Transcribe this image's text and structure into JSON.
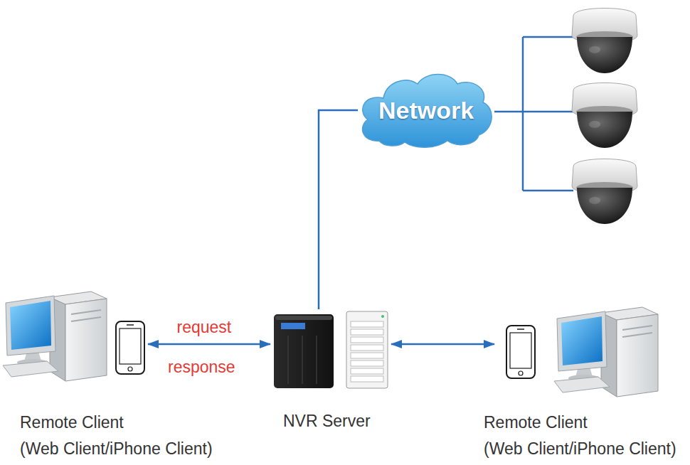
{
  "diagram": {
    "nodes": [
      {
        "text": [
          "Network"
        ]
      },
      {
        "text": [
          "Remote Client (Web Client/iPhone Client)"
        ]
      },
      {
        "text": [
          "NVR Server"
        ]
      },
      {
        "text": [
          "Remote Client (Web Client/iPhone Client)"
        ]
      }
    ],
    "edges": [
      {
        "from": 1,
        "to": 2,
        "arrow": "both",
        "label": "request"
      },
      {
        "from": 2,
        "to": 0,
        "arrow": "none"
      },
      {
        "from": 2,
        "to": 3,
        "arrow": "both"
      }
    ],
    "labels": [
      "response"
    ]
  }
}
